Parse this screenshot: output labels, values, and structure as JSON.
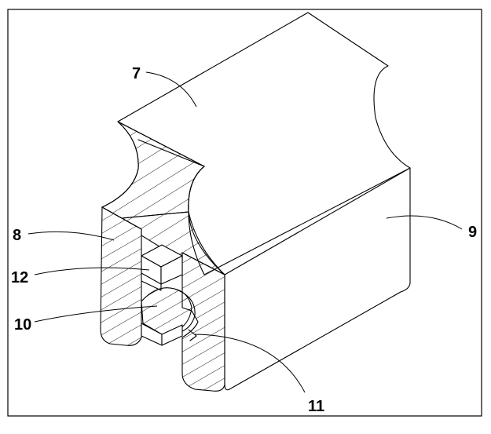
{
  "labels": {
    "top_face": "7",
    "left_leg": "8",
    "right_side": "9",
    "arc_part": "10",
    "notch": "11",
    "block": "12"
  }
}
